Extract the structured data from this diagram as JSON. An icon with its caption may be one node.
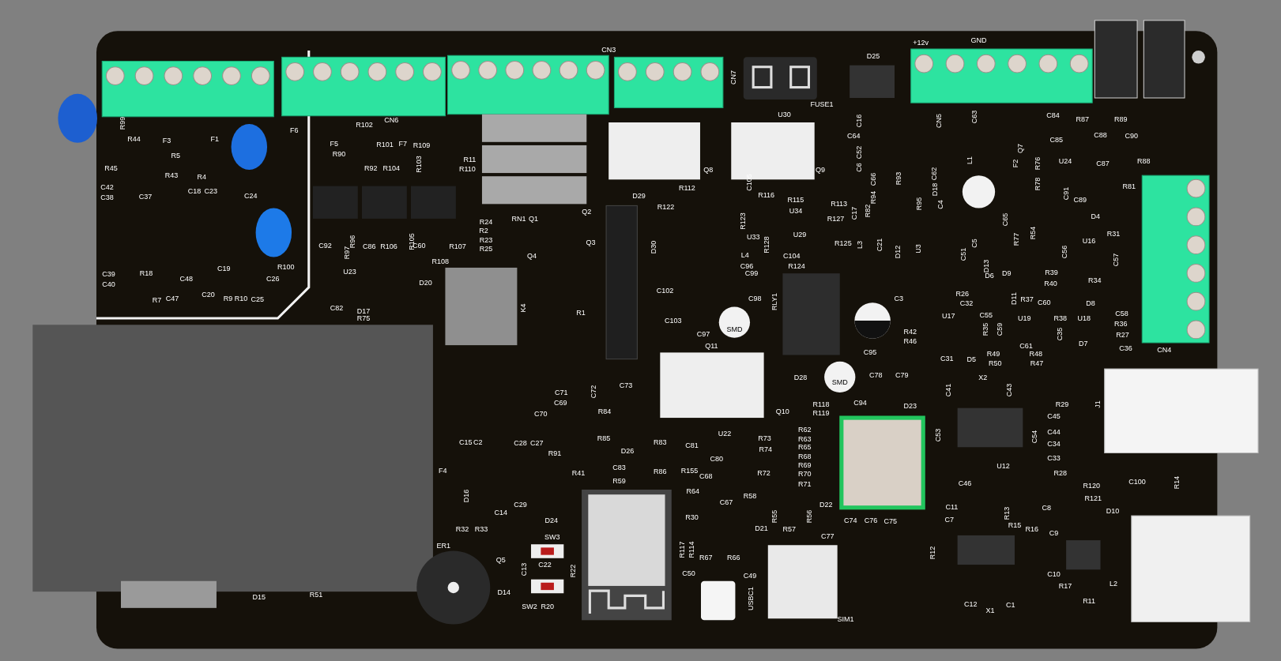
{
  "diagram": {
    "labels": [
      "CN3",
      "+12v",
      "GND",
      "D25",
      "CN7",
      "FUSE1",
      "U30",
      "R99",
      "CN6",
      "R102",
      "F6",
      "R44",
      "F3",
      "F1",
      "F5",
      "R101",
      "F7",
      "R109",
      "R90",
      "R5",
      "R11",
      "R103",
      "R92",
      "R104",
      "R110",
      "R45",
      "R43",
      "R4",
      "C42",
      "C38",
      "C37",
      "C18",
      "C23",
      "C24",
      "C16",
      "C64",
      "C52",
      "C6",
      "Q8",
      "Q9",
      "CN5",
      "C63",
      "C84",
      "R87",
      "R89",
      "C88",
      "C85",
      "C90",
      "Q7",
      "U24",
      "C87",
      "R88",
      "F2",
      "L1",
      "R76",
      "R78",
      "C62",
      "R93",
      "D18",
      "R95",
      "C4",
      "R81",
      "C91",
      "C89",
      "C66",
      "R94",
      "C105",
      "D29",
      "R112",
      "R116",
      "R115",
      "R113",
      "R122",
      "U34",
      "R82",
      "C17",
      "R127",
      "R24",
      "RN1",
      "Q1",
      "Q2",
      "R123",
      "D4",
      "C65",
      "R2",
      "R54",
      "R31",
      "U29",
      "U33",
      "R77",
      "R23",
      "U16",
      "Q3",
      "R128",
      "R125",
      "L3",
      "C21",
      "D12",
      "U3",
      "R96",
      "C92",
      "C86",
      "R106",
      "R105",
      "C60",
      "R107",
      "D30",
      "R25",
      "C51",
      "C5",
      "C56",
      "R97",
      "L4",
      "C104",
      "Q4",
      "C57",
      "R108",
      "D13",
      "C96",
      "R124",
      "C19",
      "R100",
      "U23",
      "R39",
      "C99",
      "R18",
      "C39",
      "D6",
      "D9",
      "C48",
      "C26",
      "R40",
      "R34",
      "D20",
      "C40",
      "C102",
      "R26",
      "C20",
      "C3",
      "C98",
      "D11",
      "R37",
      "C47",
      "R7",
      "R9",
      "R10",
      "C25",
      "RLY1",
      "C60",
      "C32",
      "D8",
      "C82",
      "K4",
      "D17",
      "R1",
      "C58",
      "U17",
      "C55",
      "R75",
      "U19",
      "R38",
      "U18",
      "C103",
      "R36",
      "R35",
      "C59",
      "SMD",
      "R42",
      "C97",
      "C35",
      "R27",
      "R46",
      "D7",
      "C61",
      "Q11",
      "C36",
      "CN4",
      "C95",
      "R49",
      "R48",
      "C31",
      "D5",
      "R50",
      "R47",
      "C78",
      "C79",
      "X2",
      "D28",
      "SMD",
      "C73",
      "C41",
      "C43",
      "C72",
      "C71",
      "C69",
      "C94",
      "R118",
      "R29",
      "J1",
      "D23",
      "R84",
      "Q10",
      "R119",
      "C70",
      "C45",
      "R62",
      "C44",
      "U22",
      "C53",
      "C54",
      "R85",
      "R73",
      "R63",
      "C15",
      "C2",
      "R83",
      "C28",
      "C27",
      "C34",
      "C81",
      "R65",
      "R74",
      "D26",
      "R91",
      "R68",
      "C33",
      "C80",
      "R69",
      "U12",
      "C83",
      "F4",
      "R155",
      "R86",
      "R41",
      "R72",
      "R28",
      "R70",
      "C68",
      "R59",
      "C100",
      "R14",
      "C46",
      "R71",
      "R120",
      "R64",
      "D16",
      "R58",
      "R121",
      "C67",
      "C29",
      "D22",
      "C11",
      "C8",
      "D10",
      "C14",
      "R13",
      "R55",
      "R56",
      "R30",
      "C7",
      "D24",
      "C74",
      "C76",
      "C75",
      "R15",
      "D21",
      "R32",
      "R33",
      "R57",
      "R16",
      "C9",
      "C77",
      "SW3",
      "ER1",
      "R117",
      "R114",
      "R12",
      "R67",
      "R66",
      "Q5",
      "C22",
      "C13",
      "R22",
      "C50",
      "C49",
      "C10",
      "L2",
      "R17",
      "D14",
      "R51",
      "D15",
      "USBC1",
      "R11",
      "C12",
      "C1",
      "R20",
      "SW2",
      "X1",
      "SIM1"
    ]
  }
}
